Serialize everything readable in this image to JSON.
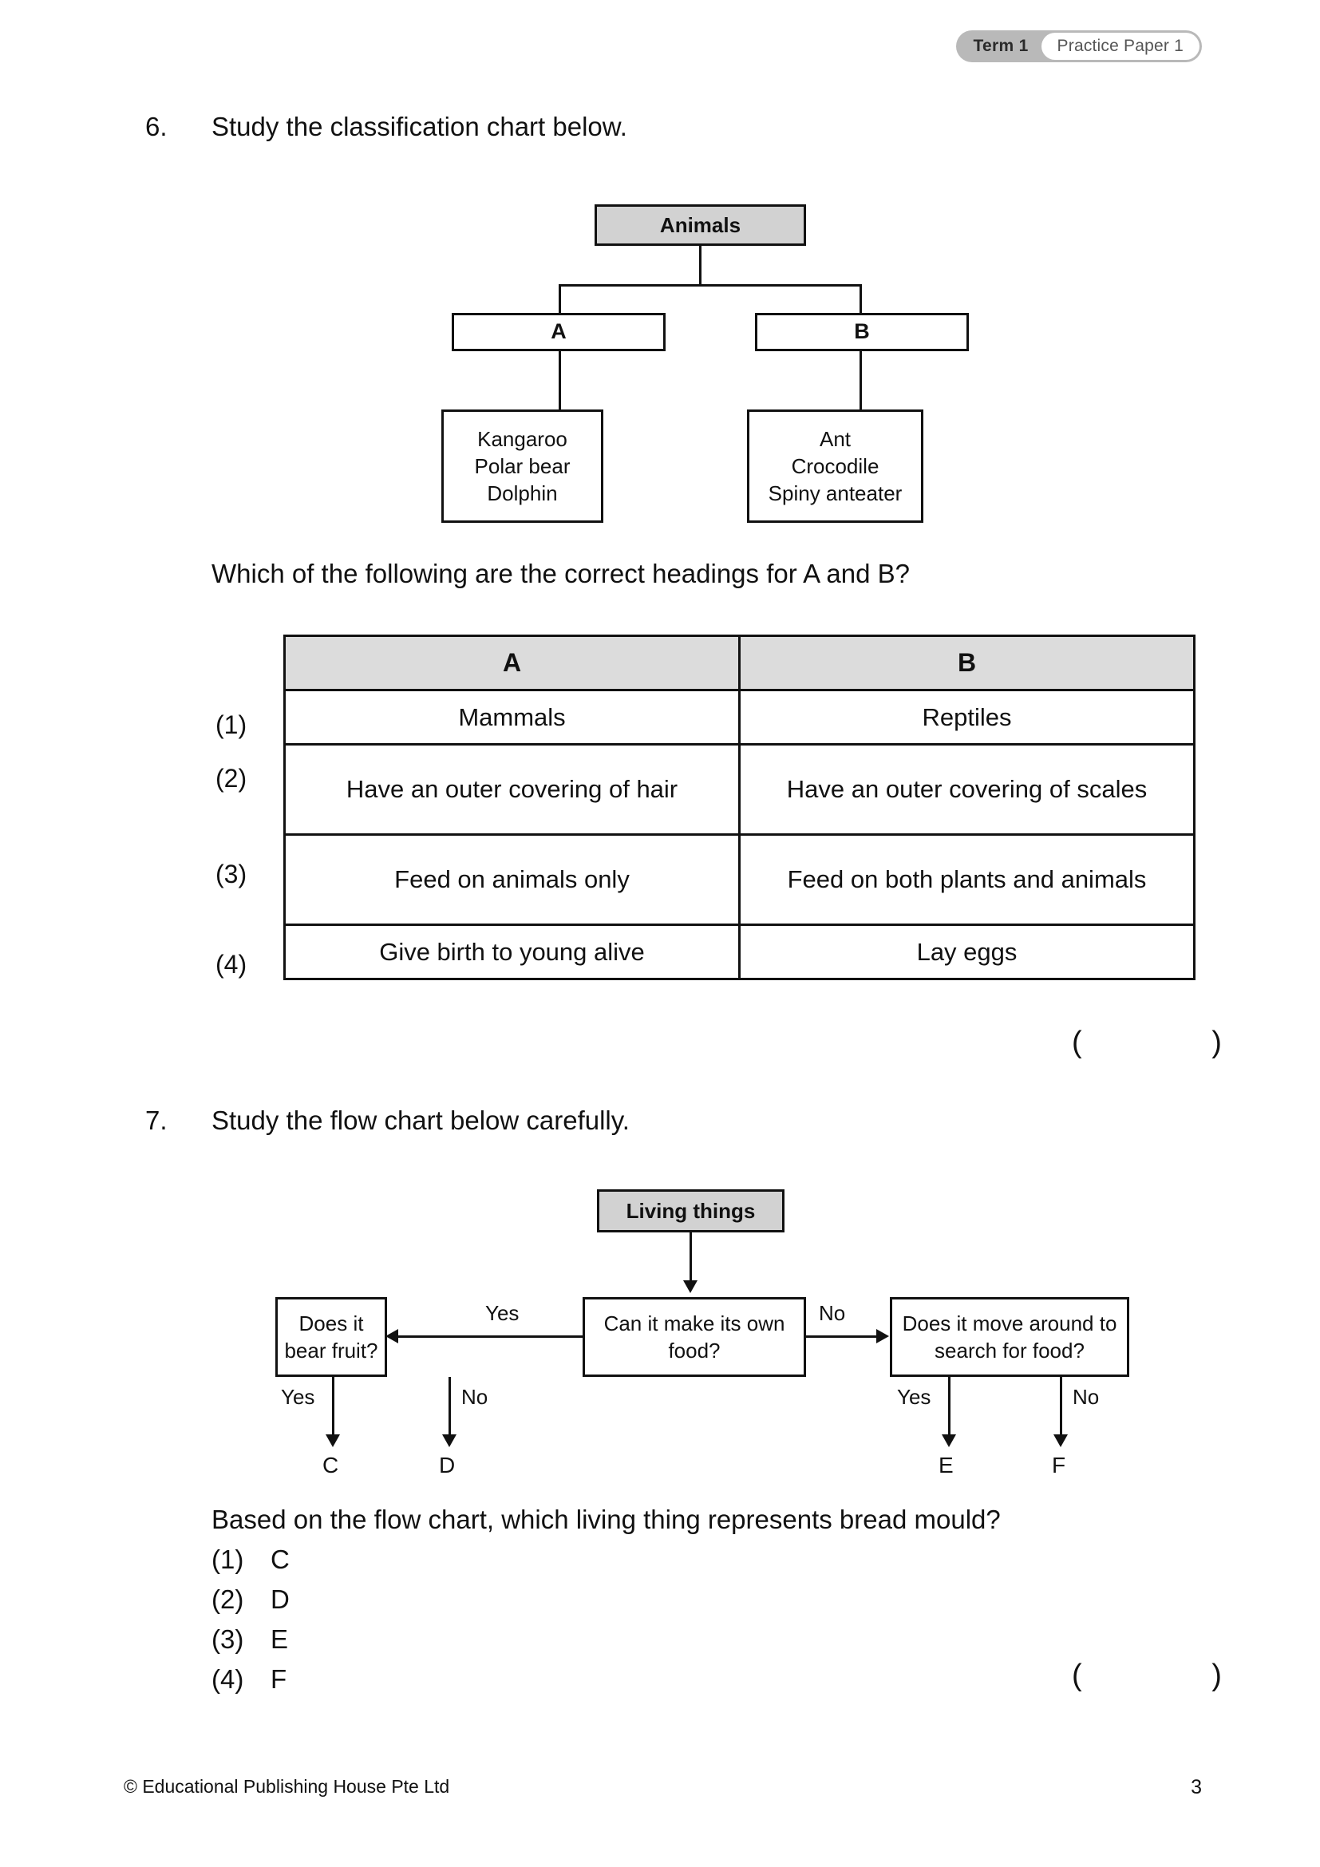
{
  "header": {
    "term_label": "Term 1",
    "paper_label": "Practice Paper 1"
  },
  "questions": [
    {
      "number": "6.",
      "stem": "Study the classification chart below.",
      "followup": "Which of the following are the correct headings for A and B?"
    },
    {
      "number": "7.",
      "stem": "Study the flow chart below carefully.",
      "followup": "Based on the flow chart, which living thing represents bread mould?"
    }
  ],
  "classification_chart": {
    "root": "Animals",
    "branches": [
      {
        "heading": "A",
        "members": "Kangaroo\nPolar bear\nDolphin"
      },
      {
        "heading": "B",
        "members": "Ant\nCrocodile\nSpiny anteater"
      }
    ],
    "members_a_line1": "Kangaroo",
    "members_a_line2": "Polar bear",
    "members_a_line3": "Dolphin",
    "members_b_line1": "Ant",
    "members_b_line2": "Crocodile",
    "members_b_line3": "Spiny anteater"
  },
  "options_table": {
    "columns": [
      "A",
      "B"
    ],
    "rows": [
      {
        "tag": "(1)",
        "a": "Mammals",
        "b": "Reptiles"
      },
      {
        "tag": "(2)",
        "a": "Have an outer covering of hair",
        "b": "Have an outer covering of scales"
      },
      {
        "tag": "(3)",
        "a": "Feed on animals only",
        "b": "Feed on both plants and animals"
      },
      {
        "tag": "(4)",
        "a": "Give birth to young alive",
        "b": "Lay eggs"
      }
    ]
  },
  "flow_chart": {
    "root": "Living things",
    "decision_center": "Can it make its own food?",
    "decision_left": "Does it bear fruit?",
    "decision_right": "Does it move around to search for food?",
    "branch_yes": "Yes",
    "branch_no": "No",
    "leaf_c": "C",
    "leaf_d": "D",
    "leaf_e": "E",
    "leaf_f": "F",
    "left_yes": "Yes",
    "left_no": "No",
    "right_yes": "Yes",
    "right_no": "No"
  },
  "mcq": {
    "options": [
      {
        "key": "(1)",
        "value": "C"
      },
      {
        "key": "(2)",
        "value": "D"
      },
      {
        "key": "(3)",
        "value": "E"
      },
      {
        "key": "(4)",
        "value": "F"
      }
    ]
  },
  "answer_bracket": "(  )",
  "footer": {
    "copyright": "© Educational Publishing House Pte Ltd",
    "page_number": "3"
  }
}
